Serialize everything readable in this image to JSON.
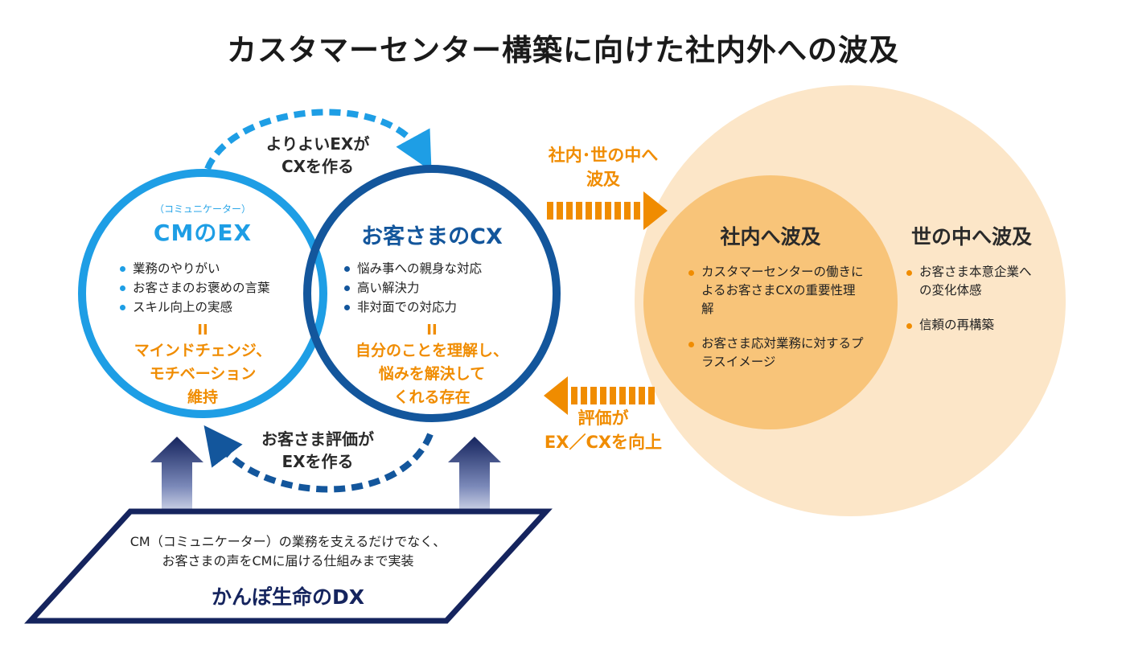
{
  "title": "カスタマーセンター構築に向けた社内外への波及",
  "loop_top_caption": [
    "よりよいEXが",
    "CXを作る"
  ],
  "loop_bottom_caption": [
    "お客さま評価が",
    "EXを作る"
  ],
  "cm_circle": {
    "subtitle": "（コミュニケーター）",
    "title": "CMのEX",
    "items": [
      "業務のやりがい",
      "お客さまのお褒めの言葉",
      "スキル向上の実感"
    ],
    "equals": "II",
    "result": "マインドチェンジ、\nモチベーション\n維持"
  },
  "cx_circle": {
    "title": "お客さまのCX",
    "items": [
      "悩み事への親身な対応",
      "高い解決力",
      "非対面での対応力"
    ],
    "equals": "II",
    "result": "自分のことを理解し、\n悩みを解決して\nくれる存在"
  },
  "arrow_right_caption": [
    "社内･世の中へ",
    "波及"
  ],
  "arrow_left_caption": [
    "評価が",
    "EX／CXを向上"
  ],
  "internal_zone": {
    "title": "社内へ波及",
    "items": [
      "カスタマーセンターの働きによるお客さまCXの重要性理解",
      "お客さま応対業務に対するプラスイメージ"
    ]
  },
  "world_zone": {
    "title": "世の中へ波及",
    "items": [
      "お客さま本意企業への変化体感",
      "信頼の再構築"
    ]
  },
  "platform": {
    "lines": [
      "CM（コミュニケーター）の業務を支えるだけでなく、",
      "お客さまの声をCMに届ける仕組みまで実装"
    ],
    "title": "かんぽ生命のDX"
  },
  "colors": {
    "light_blue": "#1e9ee5",
    "dark_blue": "#13569c",
    "navy": "#15245e",
    "orange": "#f08c00",
    "peach_outer": "#fce6c8",
    "peach_inner": "#f8c479"
  }
}
